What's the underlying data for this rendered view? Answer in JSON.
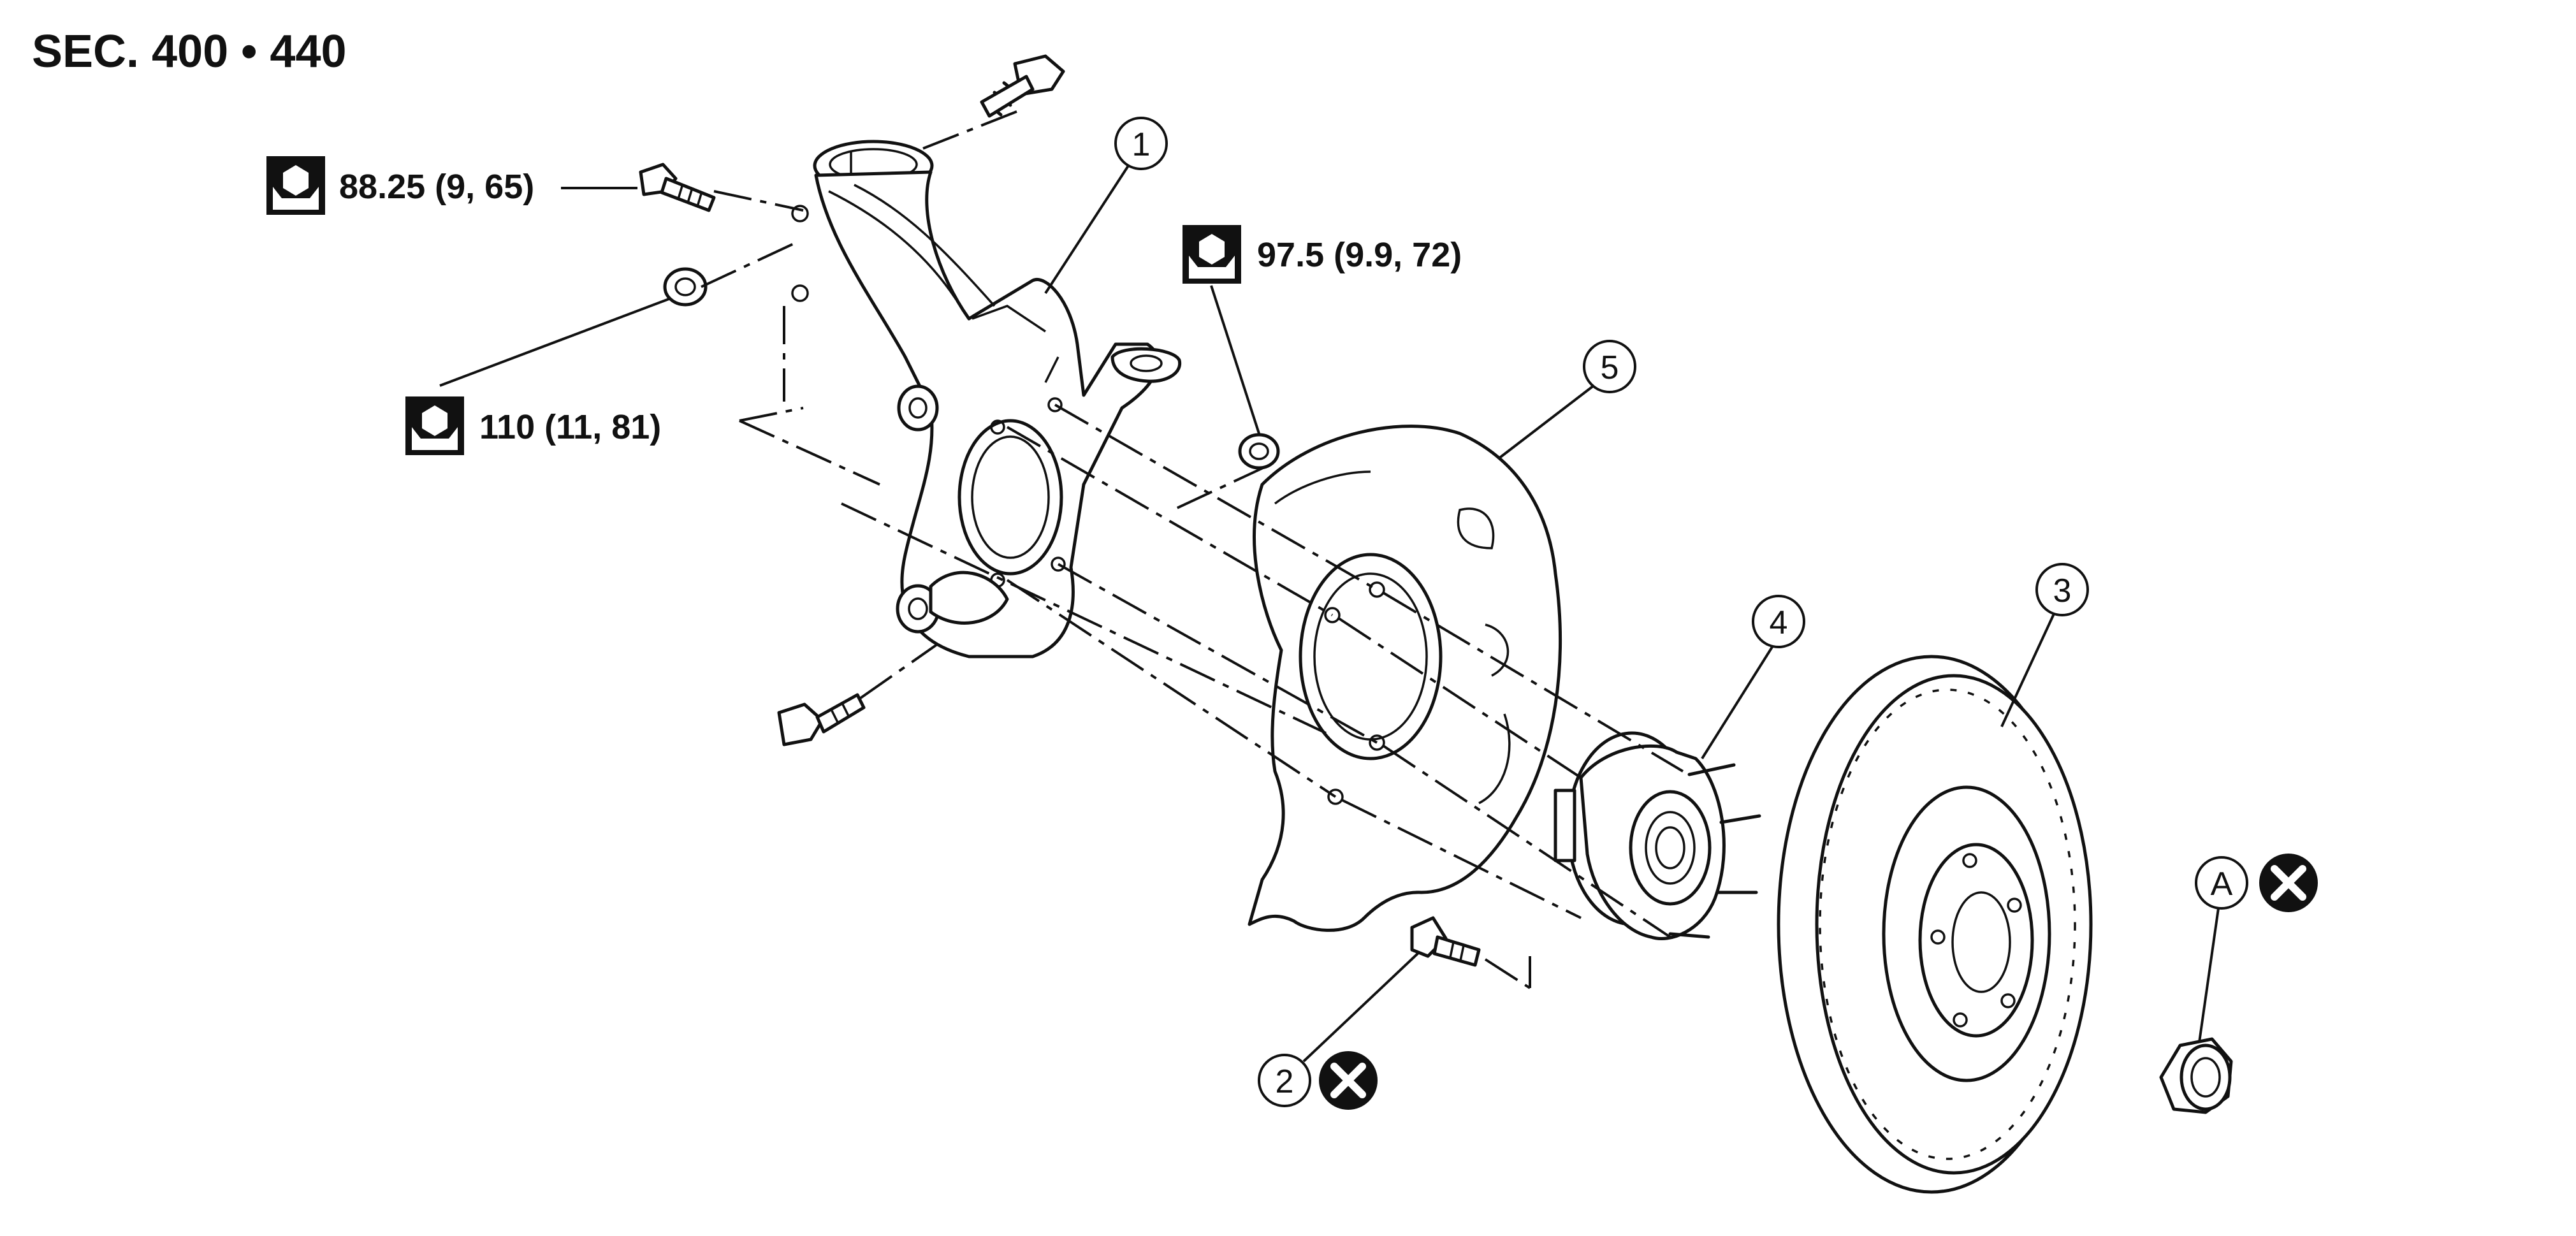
{
  "section_label": "SEC. 400 • 440",
  "torque_specs": [
    {
      "id": "t1",
      "value": "88.25 (9, 65)",
      "icon": "torque-wrench-icon"
    },
    {
      "id": "t2",
      "value": "110 (11, 81)",
      "icon": "torque-wrench-icon"
    },
    {
      "id": "t3",
      "value": "97.5 (9.9, 72)",
      "icon": "torque-wrench-icon"
    }
  ],
  "callouts": [
    "1",
    "2",
    "3",
    "4",
    "5",
    "A"
  ],
  "icons": {
    "torque": "torque-wrench-icon",
    "do_not_reuse": "do-not-reuse-x-icon"
  },
  "colors": {
    "ink": "#111111",
    "background": "#ffffff"
  }
}
